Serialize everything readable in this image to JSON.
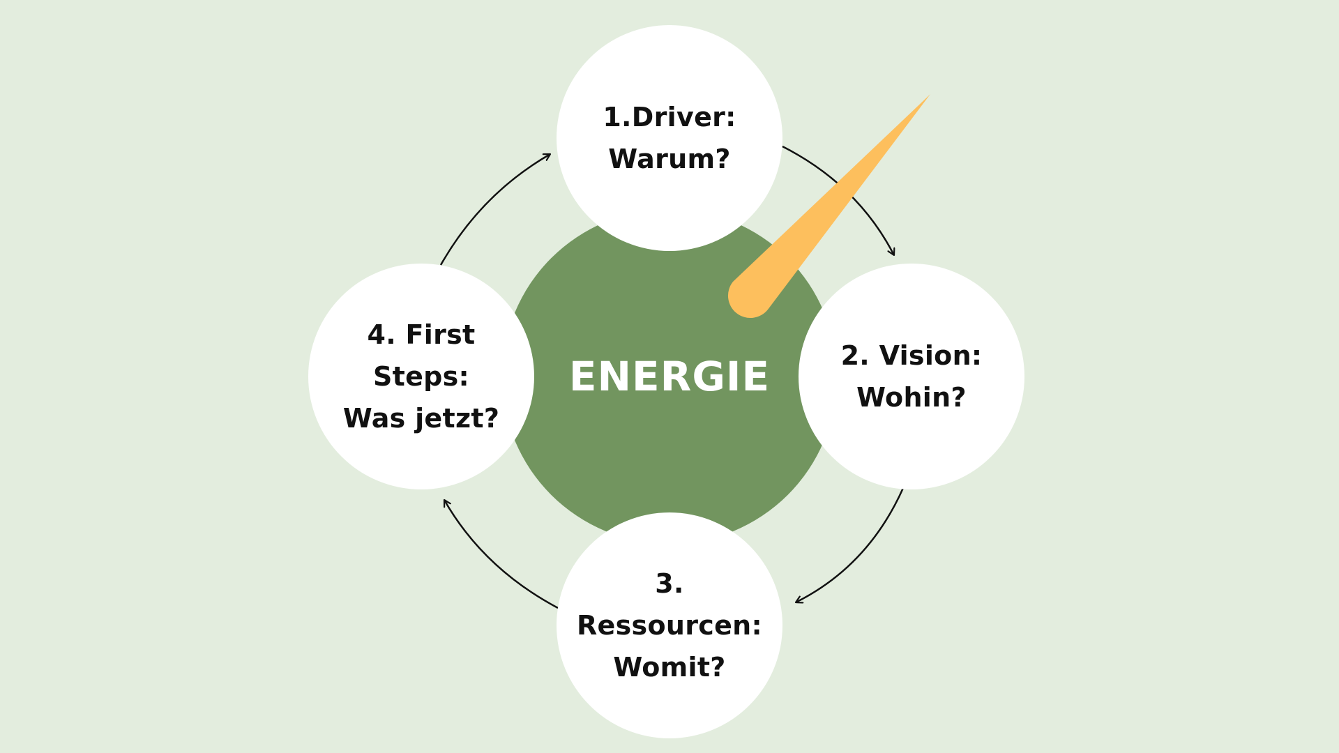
{
  "center": {
    "label": "ENERGIE"
  },
  "nodes": [
    {
      "id": "driver",
      "label": "1.Driver:\nWarum?"
    },
    {
      "id": "vision",
      "label": "2. Vision:\nWohin?"
    },
    {
      "id": "ressourcen",
      "label": "3.\nRessourcen:\nWomit?"
    },
    {
      "id": "steps",
      "label": "4. First\nSteps:\nWas jetzt?"
    }
  ],
  "colors": {
    "background": "#e3edde",
    "center_circle": "#72955f",
    "center_text": "#ffffff",
    "node_fill": "#ffffff",
    "node_text": "#111111",
    "arrow": "#111111",
    "needle": "#fdbf5d"
  },
  "icons": {
    "needle": "gauge-needle-icon",
    "flow": "cycle-arrows"
  }
}
